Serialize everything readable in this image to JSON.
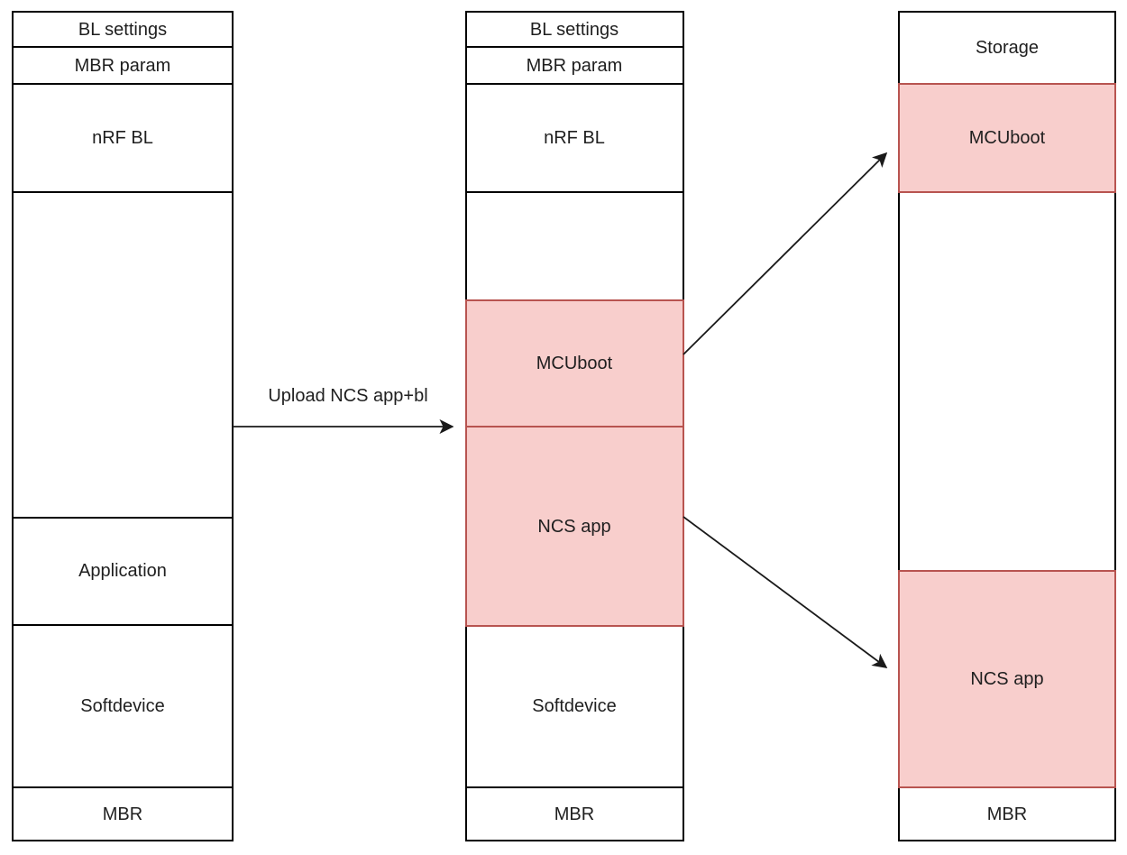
{
  "diagram": {
    "columns": [
      {
        "name": "nrf5-sdk-initial-layout",
        "segments": [
          {
            "label": "BL settings",
            "highlighted": false
          },
          {
            "label": "MBR param",
            "highlighted": false
          },
          {
            "label": "nRF BL",
            "highlighted": false
          },
          {
            "label": "",
            "highlighted": false
          },
          {
            "label": "Application",
            "highlighted": false
          },
          {
            "label": "Softdevice",
            "highlighted": false
          },
          {
            "label": "MBR",
            "highlighted": false
          }
        ]
      },
      {
        "name": "after-upload-layout",
        "segments": [
          {
            "label": "BL settings",
            "highlighted": false
          },
          {
            "label": "MBR param",
            "highlighted": false
          },
          {
            "label": "nRF BL",
            "highlighted": false
          },
          {
            "label": "",
            "highlighted": false
          },
          {
            "label": "MCUboot",
            "highlighted": true
          },
          {
            "label": "NCS app",
            "highlighted": true
          },
          {
            "label": "Softdevice",
            "highlighted": false
          },
          {
            "label": "MBR",
            "highlighted": false
          }
        ]
      },
      {
        "name": "final-layout",
        "segments": [
          {
            "label": "Storage",
            "highlighted": false
          },
          {
            "label": "MCUboot",
            "highlighted": true
          },
          {
            "label": "",
            "highlighted": false
          },
          {
            "label": "NCS app",
            "highlighted": true
          },
          {
            "label": "MBR",
            "highlighted": false
          }
        ]
      }
    ],
    "arrows": {
      "upload": {
        "label": "Upload NCS app+bl"
      },
      "mcuboot_copy": {
        "label": ""
      },
      "ncs_app_copy": {
        "label": ""
      }
    },
    "colors": {
      "highlight_fill": "#f8cecc",
      "highlight_stroke": "#b85450",
      "box_stroke": "#000000",
      "text_color": "#1f1f1f",
      "background": "#ffffff"
    }
  }
}
